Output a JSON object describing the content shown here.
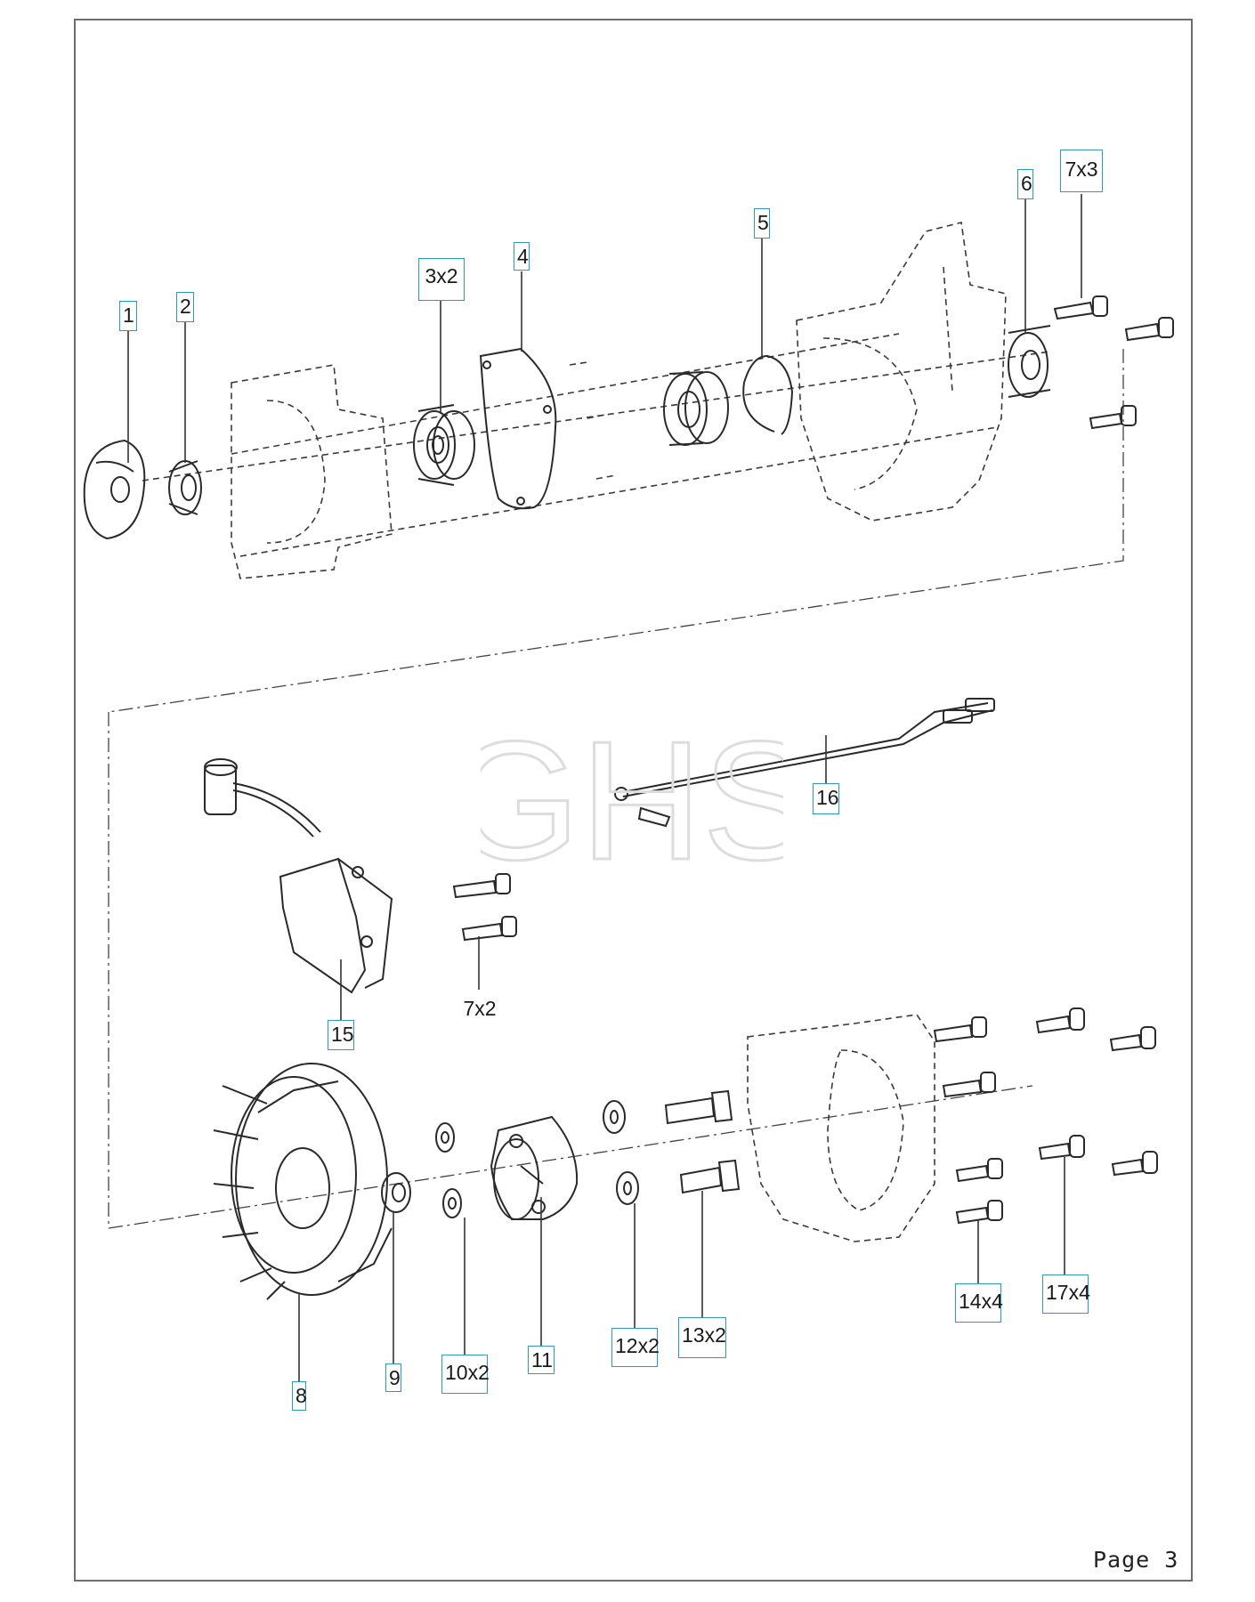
{
  "page": {
    "label": "Page 3"
  },
  "watermark": {
    "text": "GHS"
  },
  "callouts": [
    {
      "id": "1",
      "text": "1",
      "boxed": true
    },
    {
      "id": "2",
      "text": "2",
      "boxed": true
    },
    {
      "id": "3",
      "text": "3x2",
      "boxed": true
    },
    {
      "id": "4",
      "text": "4",
      "boxed": true
    },
    {
      "id": "5",
      "text": "5",
      "boxed": true
    },
    {
      "id": "6",
      "text": "6",
      "boxed": true
    },
    {
      "id": "7a",
      "text": "7x3",
      "boxed": true
    },
    {
      "id": "16",
      "text": "16",
      "boxed": true
    },
    {
      "id": "7b",
      "text": "7x2",
      "boxed": false
    },
    {
      "id": "15",
      "text": "15",
      "boxed": true
    },
    {
      "id": "8",
      "text": "8",
      "boxed": true
    },
    {
      "id": "9",
      "text": "9",
      "boxed": true
    },
    {
      "id": "10",
      "text": "10x2",
      "boxed": true
    },
    {
      "id": "11",
      "text": "11",
      "boxed": true
    },
    {
      "id": "12",
      "text": "12x2",
      "boxed": true
    },
    {
      "id": "13",
      "text": "13x2",
      "boxed": true
    },
    {
      "id": "14",
      "text": "14x4",
      "boxed": true
    },
    {
      "id": "17",
      "text": "17x4",
      "boxed": true
    }
  ],
  "colors": {
    "callout_border": "#2e9ab8",
    "line": "#2a2a2a",
    "frame": "#6e6e6e",
    "watermark": "#dddddd"
  }
}
